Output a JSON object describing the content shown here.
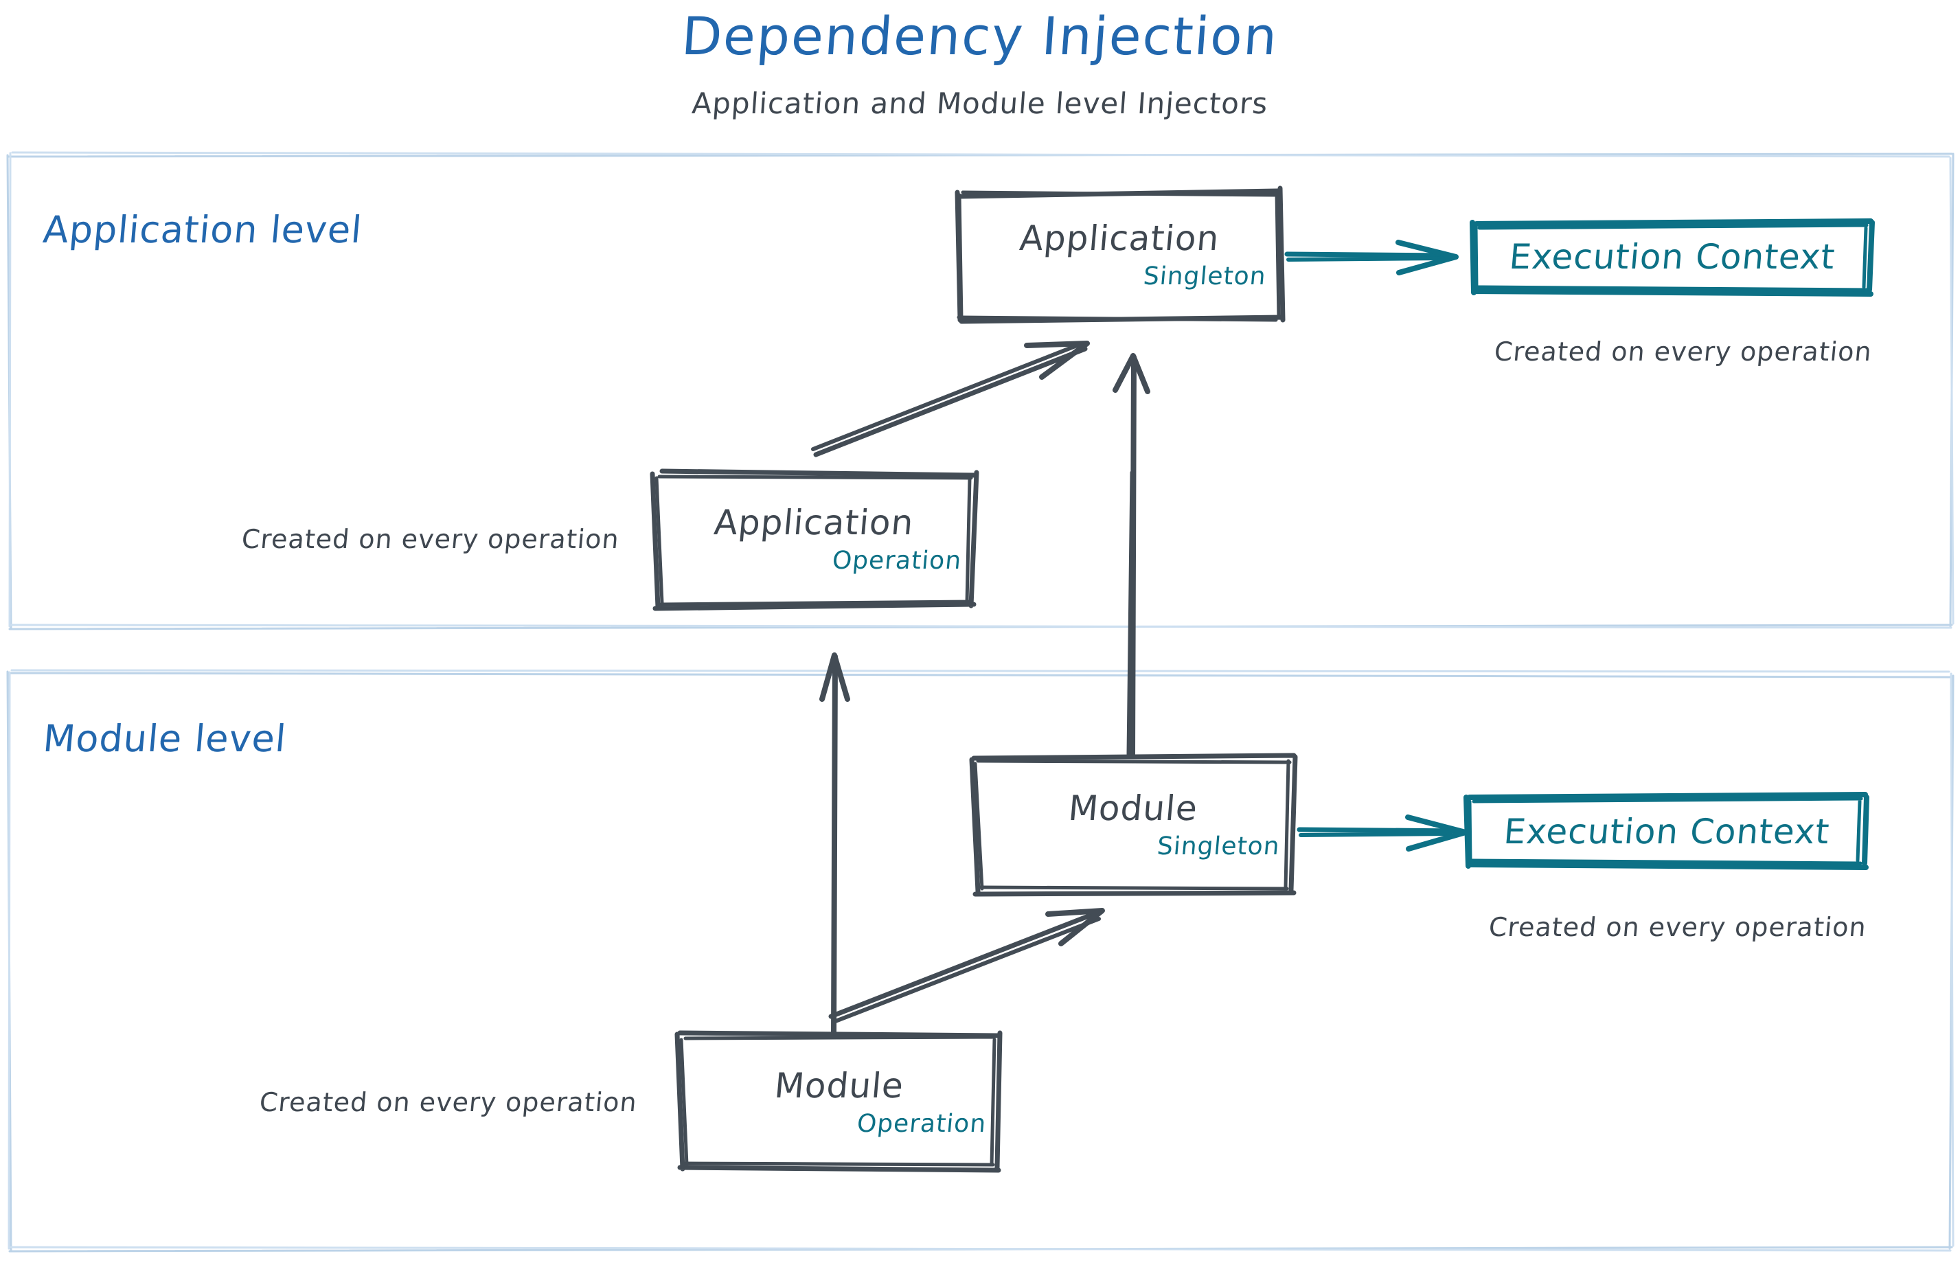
{
  "header": {
    "title": "Dependency Injection",
    "subtitle": "Application and Module level Injectors"
  },
  "colors": {
    "title_blue": "#2267ae",
    "lane_border": "#bcd3e8",
    "sketch_dark": "#434c55",
    "teal": "#0d7186",
    "note_gray": "#3f4750",
    "background": "#ffffff"
  },
  "lanes": [
    {
      "id": "application-level",
      "label": "Application level"
    },
    {
      "id": "module-level",
      "label": "Module level"
    }
  ],
  "boxes": {
    "application_singleton": {
      "title": "Application",
      "scope": "Singleton"
    },
    "application_operation": {
      "title": "Application",
      "scope": "Operation"
    },
    "module_singleton": {
      "title": "Module",
      "scope": "Singleton"
    },
    "module_operation": {
      "title": "Module",
      "scope": "Operation"
    },
    "execution_context_app": {
      "title": "Execution Context"
    },
    "execution_context_module": {
      "title": "Execution Context"
    }
  },
  "notes": {
    "app_exec_context": "Created on every operation",
    "app_operation": "Created on every operation",
    "module_exec_context": "Created on every operation",
    "module_operation": "Created on every operation"
  },
  "arrows": [
    {
      "id": "app-operation-to-app-singleton",
      "style": "double-line",
      "color": "#434c55"
    },
    {
      "id": "module-singleton-to-app-singleton",
      "style": "single-line",
      "color": "#434c55"
    },
    {
      "id": "module-operation-to-app-operation",
      "style": "single-line",
      "color": "#434c55"
    },
    {
      "id": "module-operation-to-module-singleton",
      "style": "double-line",
      "color": "#434c55"
    },
    {
      "id": "app-singleton-to-execution-context",
      "style": "double-line",
      "color": "#0d7186"
    },
    {
      "id": "module-singleton-to-execution-context",
      "style": "double-line",
      "color": "#0d7186"
    }
  ]
}
